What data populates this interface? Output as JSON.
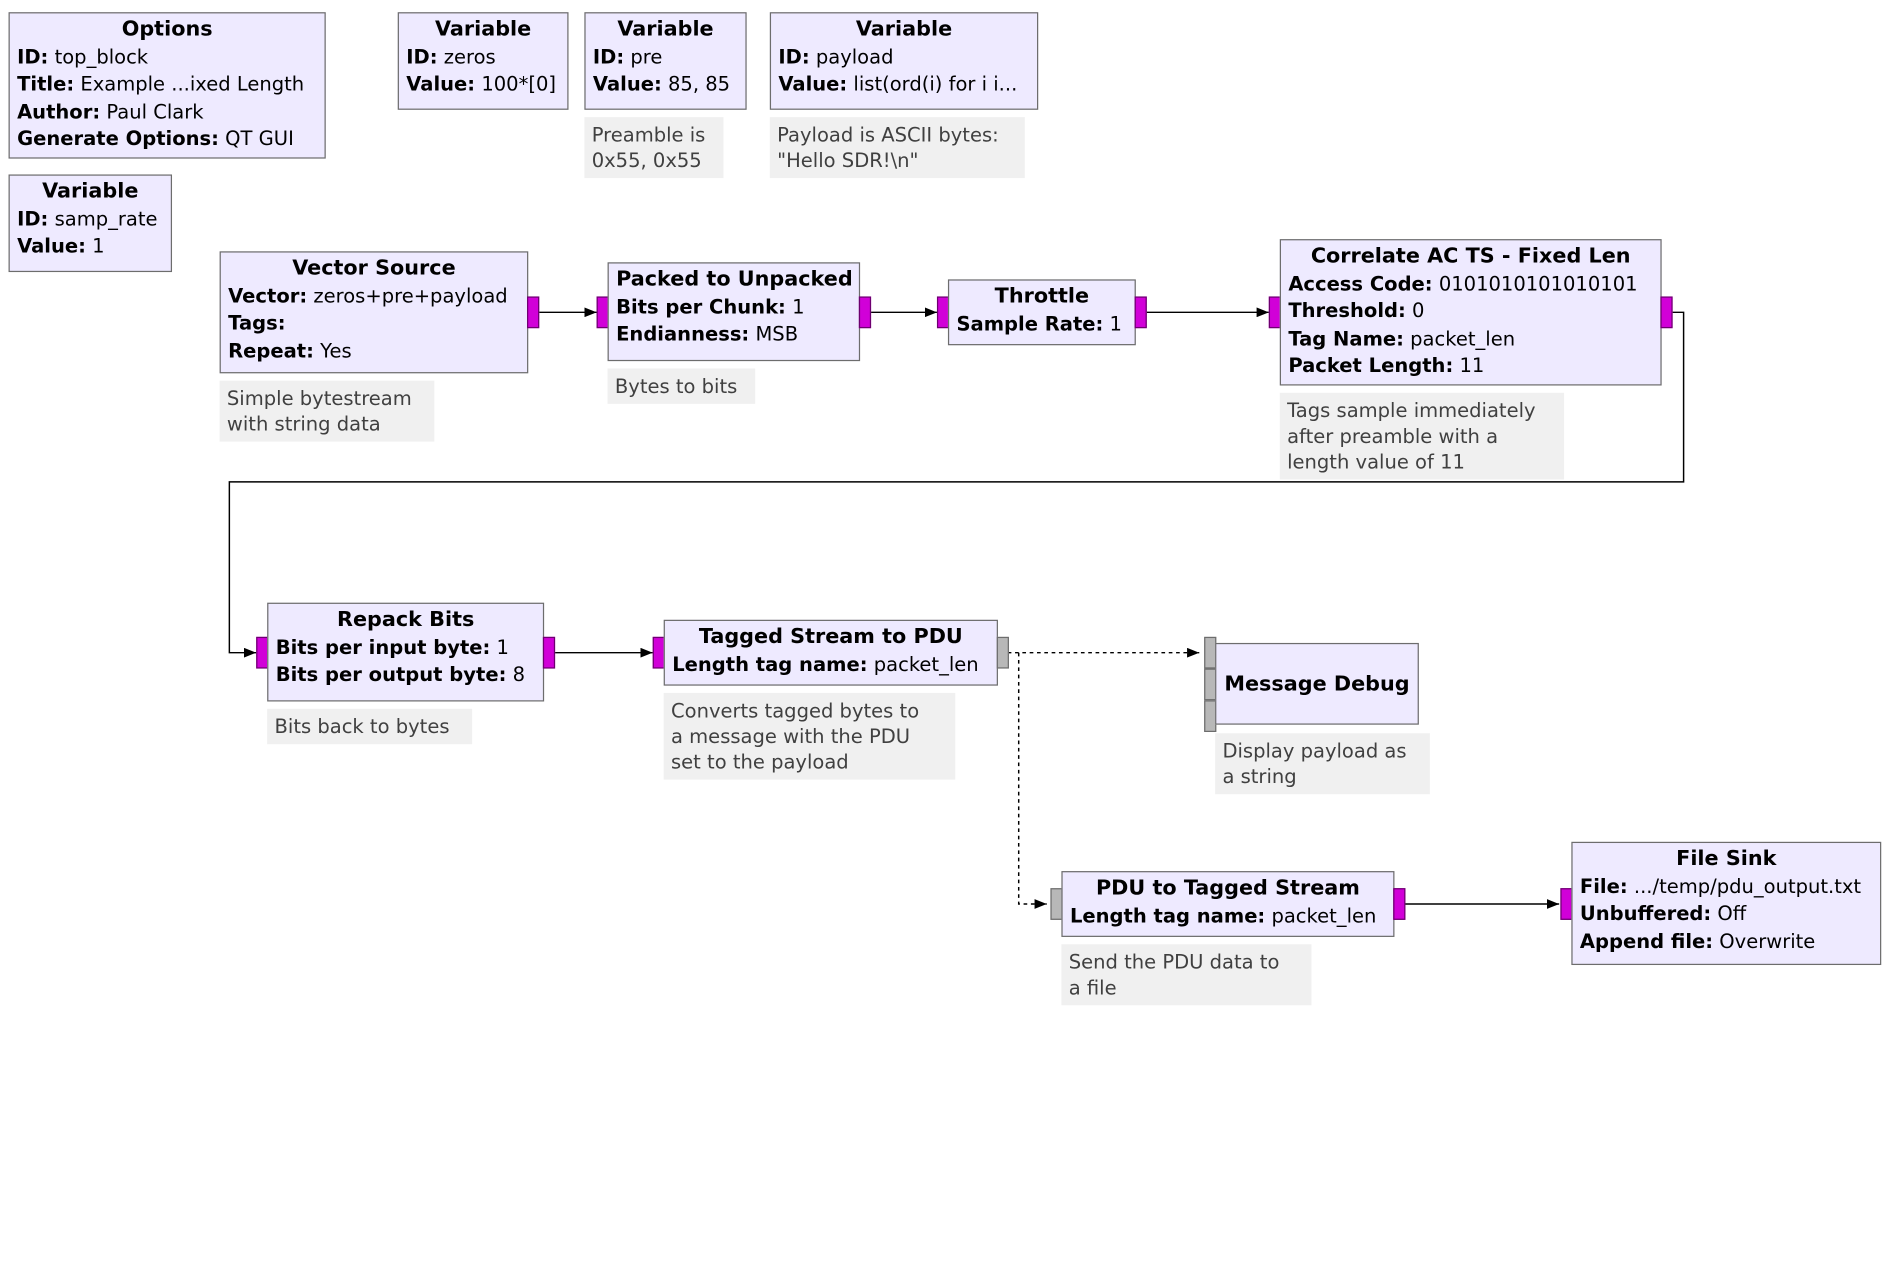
{
  "options": {
    "title": "Options",
    "rows": [
      {
        "k": "ID:",
        "v": "top_block"
      },
      {
        "k": "Title:",
        "v": "Example ...ixed Length"
      },
      {
        "k": "Author:",
        "v": "Paul Clark"
      },
      {
        "k": "Generate Options:",
        "v": "QT GUI"
      }
    ]
  },
  "var_samp_rate": {
    "title": "Variable",
    "rows": [
      {
        "k": "ID:",
        "v": "samp_rate"
      },
      {
        "k": "Value:",
        "v": "1"
      }
    ]
  },
  "var_zeros": {
    "title": "Variable",
    "rows": [
      {
        "k": "ID:",
        "v": "zeros"
      },
      {
        "k": "Value:",
        "v": "100*[0]"
      }
    ]
  },
  "var_pre": {
    "title": "Variable",
    "rows": [
      {
        "k": "ID:",
        "v": "pre"
      },
      {
        "k": "Value:",
        "v": "85, 85"
      }
    ],
    "note": [
      "Preamble is",
      "0x55, 0x55"
    ]
  },
  "var_payload": {
    "title": "Variable",
    "rows": [
      {
        "k": "ID:",
        "v": "payload"
      },
      {
        "k": "Value:",
        "v": "list(ord(i) for i i..."
      }
    ],
    "note": [
      "Payload is ASCII bytes:",
      "\"Hello SDR!\\n\""
    ]
  },
  "vector_source": {
    "title": "Vector Source",
    "rows": [
      {
        "k": "Vector:",
        "v": "zeros+pre+payload"
      },
      {
        "k": "Tags:",
        "v": ""
      },
      {
        "k": "Repeat:",
        "v": "Yes"
      }
    ],
    "note": [
      "Simple bytestream",
      "with string data"
    ]
  },
  "packed_to_unpacked": {
    "title": "Packed to Unpacked",
    "rows": [
      {
        "k": "Bits per Chunk:",
        "v": "1"
      },
      {
        "k": "Endianness:",
        "v": "MSB"
      }
    ],
    "note": [
      "Bytes to bits"
    ]
  },
  "throttle": {
    "title": "Throttle",
    "rows": [
      {
        "k": "Sample Rate:",
        "v": "1"
      }
    ]
  },
  "correlate": {
    "title": "Correlate AC TS - Fixed Len",
    "rows": [
      {
        "k": "Access Code:",
        "v": "0101010101010101"
      },
      {
        "k": "Threshold:",
        "v": "0"
      },
      {
        "k": "Tag Name:",
        "v": "packet_len"
      },
      {
        "k": "Packet Length:",
        "v": "11"
      }
    ],
    "note": [
      "Tags sample immediately",
      "after preamble with a",
      "length value of 11"
    ]
  },
  "repack_bits": {
    "title": "Repack Bits",
    "rows": [
      {
        "k": "Bits per input byte:",
        "v": "1"
      },
      {
        "k": "Bits per output byte:",
        "v": "8"
      }
    ],
    "note": [
      "Bits back to bytes"
    ]
  },
  "tagged_to_pdu": {
    "title": "Tagged Stream to PDU",
    "rows": [
      {
        "k": "Length tag name:",
        "v": "packet_len"
      }
    ],
    "note": [
      "Converts tagged bytes to",
      "a message with the PDU",
      "set to the payload"
    ]
  },
  "message_debug": {
    "title": "Message Debug",
    "note": [
      "Display payload as",
      "a string"
    ]
  },
  "pdu_to_tagged": {
    "title": "PDU to Tagged Stream",
    "rows": [
      {
        "k": "Length tag name:",
        "v": "packet_len"
      }
    ],
    "note": [
      "Send the PDU data to",
      "a file"
    ]
  },
  "file_sink": {
    "title": "File Sink",
    "rows": [
      {
        "k": "File:",
        "v": ".../temp/pdu_output.txt"
      },
      {
        "k": "Unbuffered:",
        "v": "Off"
      },
      {
        "k": "Append file:",
        "v": "Overwrite"
      }
    ]
  },
  "colors": {
    "block_bg": "#eeeaff",
    "stream_port": "#d100d8",
    "message_port": "#b8b8b8",
    "note_bg": "#f0f0f0"
  }
}
